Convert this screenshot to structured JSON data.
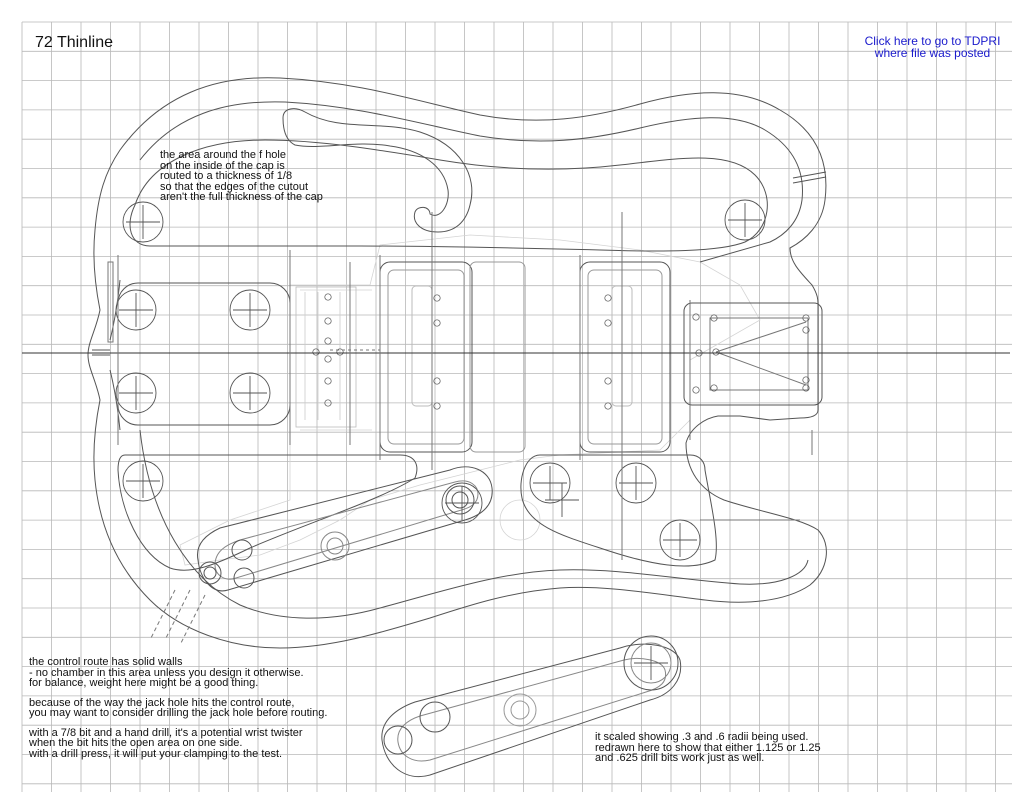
{
  "title": "72 Thinline",
  "link": {
    "line1": "Click here to go to TDPRI",
    "line2": "where file was posted",
    "color": "#1a1acc"
  },
  "notes": {
    "fhole": [
      "the area around the f hole",
      "on the inside of the cap is",
      "routed to a thickness of 1/8",
      "so that the edges of the cutout",
      "aren't the full thickness of the cap"
    ],
    "control_route": {
      "para1": [
        "the control route has solid walls",
        "- no chamber in this area unless you design it otherwise.",
        "for balance, weight here might be a good thing."
      ],
      "para2": [
        "because of the way the jack hole hits the control route,",
        "you may want to consider drilling the jack hole before routing."
      ],
      "para3": [
        "with a 7/8 bit and a hand drill, it's a potential wrist twister",
        "when the bit hits the open area on one side.",
        "with a drill press, it will put your clamping to the test."
      ]
    },
    "scale": [
      "it scaled showing .3 and .6 radii being used.",
      "redrawn here to show that either 1.125 or 1.25",
      "and .625 drill bits work just as well."
    ]
  },
  "colors": {
    "grid": "#b8b8b8",
    "outline": "#555555",
    "faint": "#cfcfcf",
    "text": "#111111"
  }
}
